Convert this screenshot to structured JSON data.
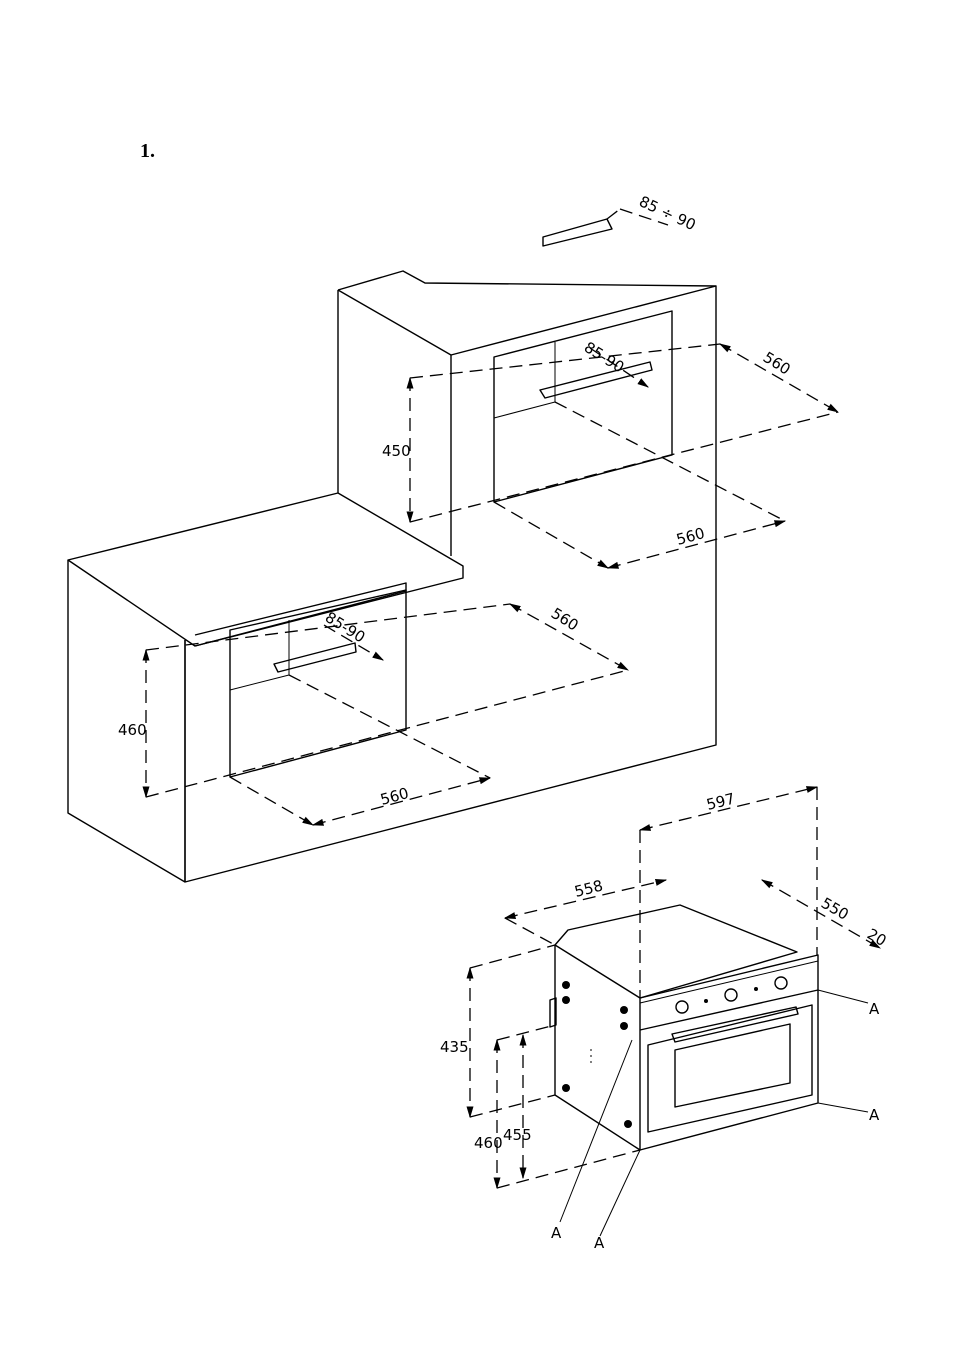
{
  "step": {
    "number": "1."
  },
  "dimensions": {
    "upper_cabinet": {
      "gap": "85 ÷ 90",
      "vent": "85-90",
      "depth": "560",
      "width": "560",
      "height": "450"
    },
    "lower_cabinet": {
      "vent": "85-90",
      "depth": "560",
      "width": "560",
      "height": "460"
    },
    "oven": {
      "overall_width": "597",
      "body_width": "558",
      "depth": "550",
      "front_offset": "20",
      "height": "435",
      "height_with_trim": "460",
      "body_height": "455"
    }
  },
  "labels": {
    "fixing_point": "A"
  }
}
